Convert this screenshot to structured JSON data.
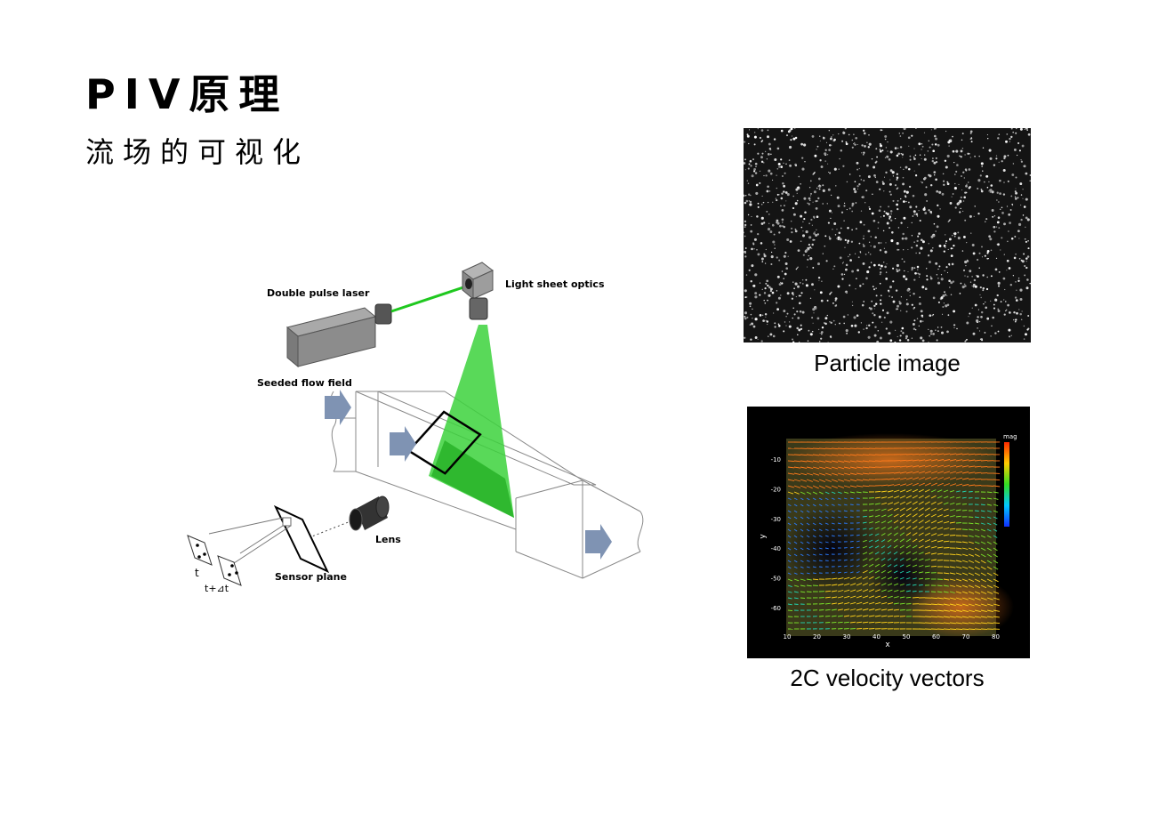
{
  "slide": {
    "title": "PIV原理",
    "subtitle": "流场的可视化"
  },
  "schematic": {
    "labels": {
      "laser": "Double pulse laser",
      "optics": "Light sheet optics",
      "seeded": "Seeded flow field",
      "lens": "Lens",
      "sensor": "Sensor plane",
      "t": "t",
      "tdt": "t+⊿t"
    },
    "colors": {
      "sheet": "#3cd23c",
      "beam": "#1fc81f",
      "arrow": "#7f93b3"
    }
  },
  "particle_image": {
    "caption": "Particle image"
  },
  "vector_plot": {
    "caption": "2C velocity vectors",
    "xlabel": "x",
    "ylabel": "y",
    "colorbar_title": "mag",
    "x_ticks": [
      "10",
      "20",
      "30",
      "40",
      "50",
      "60",
      "70",
      "80"
    ],
    "y_ticks": [
      "-10",
      "-20",
      "-30",
      "-40",
      "-50",
      "-60"
    ]
  }
}
